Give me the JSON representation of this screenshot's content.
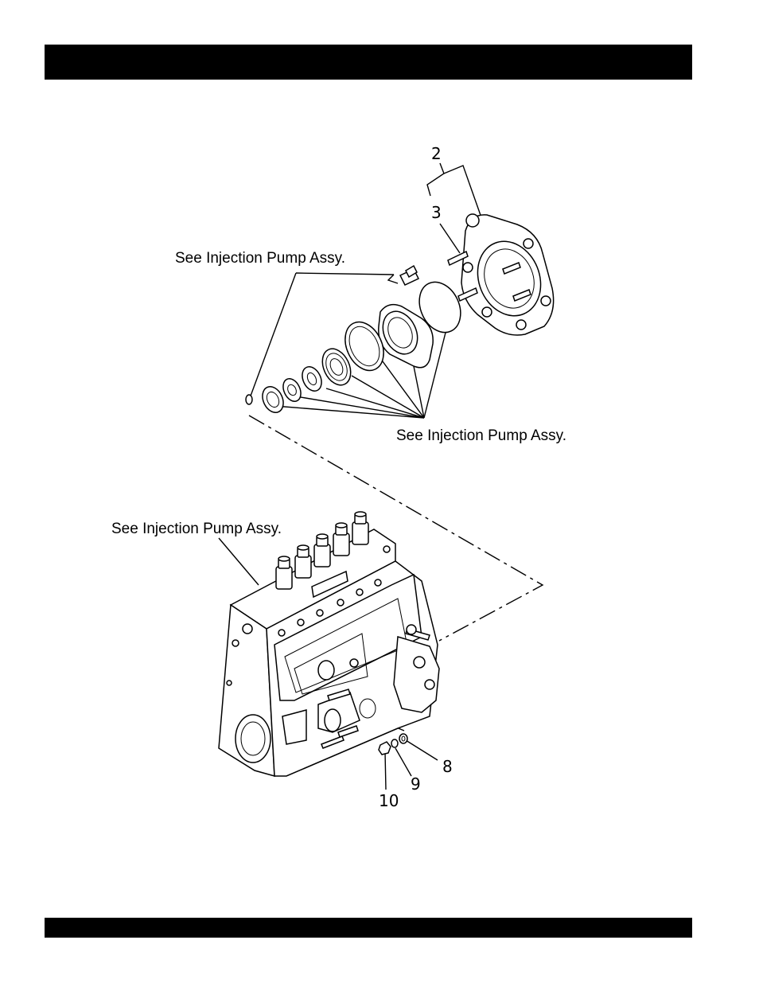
{
  "header": {
    "title": ""
  },
  "footer": {
    "text": ""
  },
  "diagram": {
    "callouts": {
      "top_left": "See Injection Pump Assy.",
      "middle_right": "See Injection Pump Assy.",
      "lower_left": "See Injection Pump Assy."
    },
    "part_numbers": {
      "p2": "2",
      "p3": "3",
      "p8": "8",
      "p9": "9",
      "p10": "10"
    }
  }
}
